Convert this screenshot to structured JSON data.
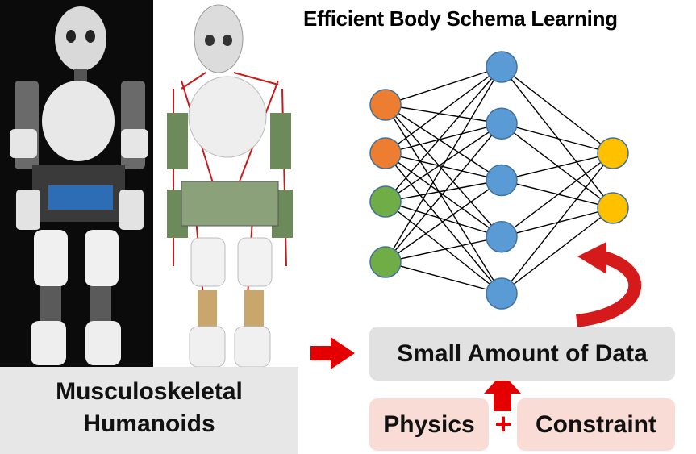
{
  "title": "Efficient Body Schema Learning",
  "caption": {
    "line1": "Musculoskeletal",
    "line2": "Humanoids"
  },
  "data_box": {
    "label": "Small Amount of Data"
  },
  "physics_box": {
    "label": "Physics"
  },
  "constraint_box": {
    "label": "Constraint"
  },
  "plus_symbol": "+",
  "network": {
    "input_colors": [
      "#ed7d31",
      "#ed7d31",
      "#70ad47",
      "#70ad47"
    ],
    "hidden_color": "#5b9bd5",
    "output_color": "#ffc000",
    "hidden_count": 5,
    "output_count": 2
  },
  "colors": {
    "accent_red": "#e40000",
    "curved_arrow": "#d41a1a",
    "data_box_bg": "#e1e1e1",
    "pink_box_bg": "#f9dcd5"
  },
  "icons": {
    "robot_photo": "humanoid-robot-photo",
    "robot_render": "humanoid-muscle-model-icon"
  }
}
